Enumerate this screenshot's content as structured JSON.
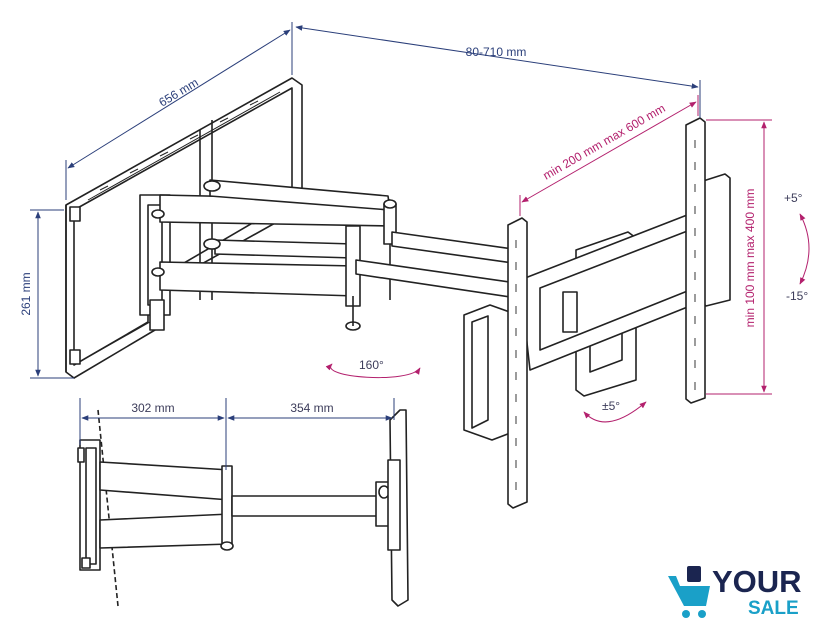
{
  "dimensions": {
    "depth": "656 mm",
    "extension": "80-710 mm",
    "height": "261 mm",
    "vesa_horizontal": "min 200 mm max 600 mm",
    "vesa_vertical": "min 100 mm max 400 mm",
    "arm_segment_1": "302 mm",
    "arm_segment_2": "354 mm"
  },
  "angles": {
    "swivel": "160°",
    "tilt_up": "+5°",
    "tilt_down": "-15°",
    "rotate": "±5°"
  },
  "logo": {
    "word_top": "YOUR",
    "word_bottom": "SALE"
  },
  "colors": {
    "dimension_blue": "#2b3f7a",
    "dimension_pink": "#b3206d",
    "line_art": "#222222",
    "logo_navy": "#1b2550",
    "logo_cyan": "#1aa0c8"
  }
}
